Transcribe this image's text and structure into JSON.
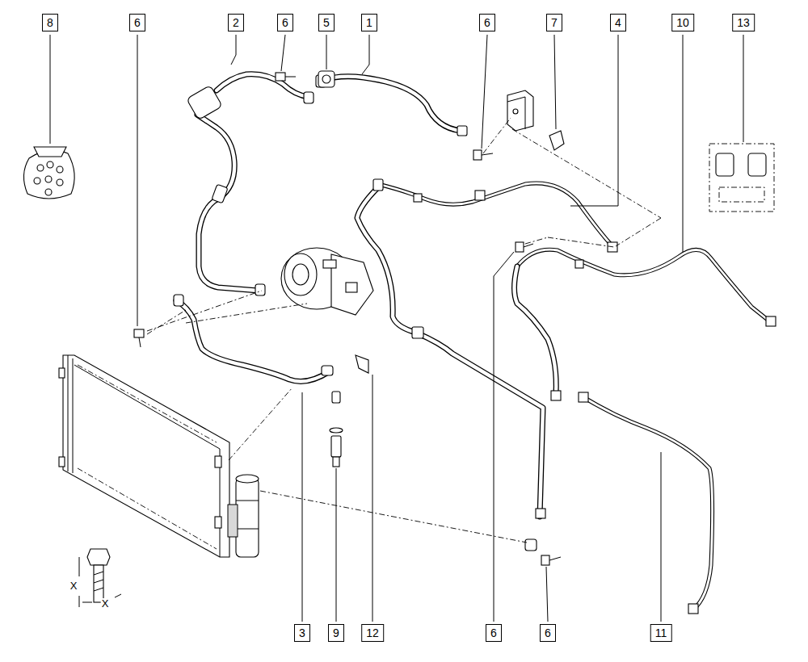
{
  "diagram": {
    "labels": [
      "8",
      "6",
      "2",
      "6",
      "5",
      "1",
      "6",
      "7",
      "4",
      "10",
      "13",
      "X",
      "X",
      "3",
      "9",
      "12",
      "6",
      "6",
      "11"
    ]
  }
}
